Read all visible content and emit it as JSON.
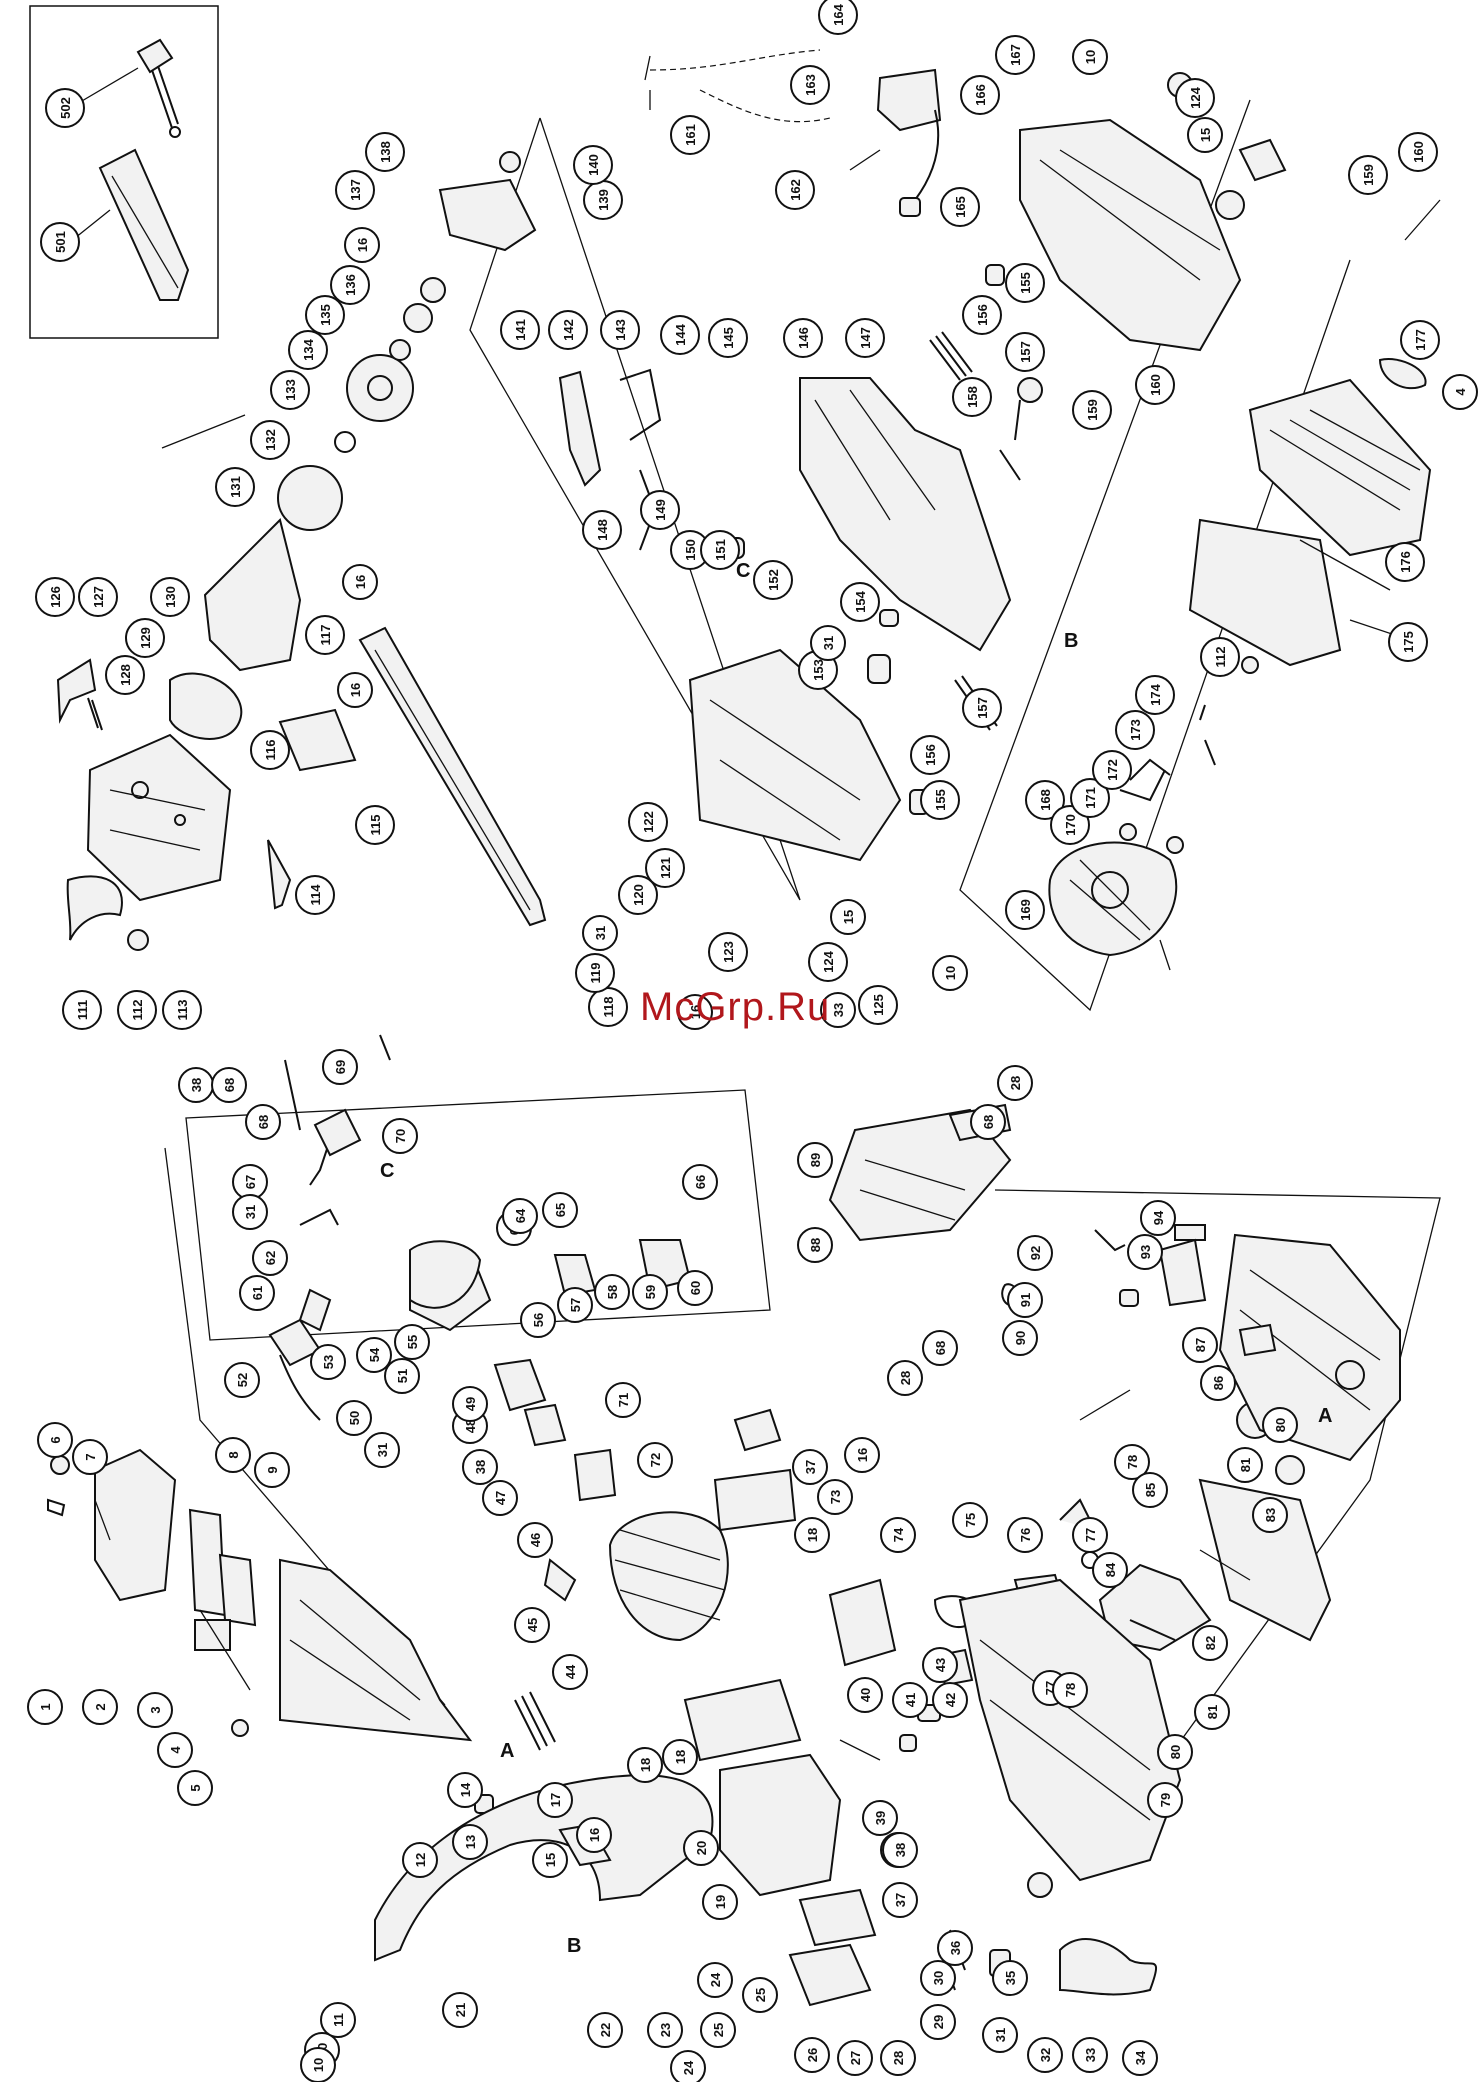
{
  "watermark": "McGrp.Ru",
  "reference_letters": [
    "A",
    "B",
    "C"
  ],
  "callouts": [
    "1",
    "2",
    "3",
    "4",
    "5",
    "6",
    "7",
    "8",
    "9",
    "10",
    "11",
    "12",
    "13",
    "14",
    "15",
    "16",
    "17",
    "18",
    "19",
    "20",
    "21",
    "22",
    "23",
    "24",
    "25",
    "26",
    "27",
    "28",
    "29",
    "30",
    "31",
    "32",
    "33",
    "34",
    "35",
    "36",
    "37",
    "38",
    "39",
    "40",
    "41",
    "42",
    "43",
    "44",
    "45",
    "46",
    "47",
    "48",
    "49",
    "50",
    "51",
    "52",
    "53",
    "54",
    "55",
    "56",
    "57",
    "58",
    "59",
    "60",
    "61",
    "62",
    "63",
    "64",
    "65",
    "66",
    "67",
    "68",
    "69",
    "70",
    "71",
    "72",
    "73",
    "74",
    "75",
    "76",
    "77",
    "78",
    "79",
    "80",
    "81",
    "82",
    "83",
    "84",
    "85",
    "86",
    "87",
    "88",
    "89",
    "90",
    "91",
    "92",
    "93",
    "94",
    "111",
    "112",
    "113",
    "114",
    "115",
    "116",
    "117",
    "118",
    "119",
    "120",
    "121",
    "122",
    "123",
    "124",
    "125",
    "126",
    "127",
    "128",
    "129",
    "130",
    "131",
    "132",
    "133",
    "134",
    "135",
    "136",
    "137",
    "138",
    "139",
    "140",
    "141",
    "142",
    "143",
    "144",
    "145",
    "146",
    "147",
    "148",
    "149",
    "150",
    "151",
    "152",
    "153",
    "154",
    "155",
    "156",
    "157",
    "158",
    "159",
    "160",
    "161",
    "162",
    "163",
    "164",
    "165",
    "166",
    "167",
    "168",
    "169",
    "170",
    "171",
    "172",
    "173",
    "174",
    "175",
    "176",
    "177",
    "501",
    "502"
  ]
}
